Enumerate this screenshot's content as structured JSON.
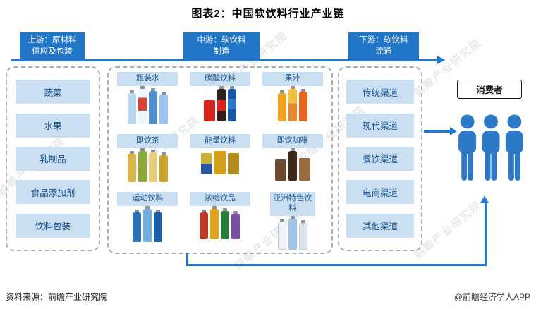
{
  "title": "图表2：中国软饮料行业产业链",
  "stages": [
    {
      "line1": "上游：原材料",
      "line2": "供应及包装"
    },
    {
      "line1": "中游：软饮料",
      "line2": "制造"
    },
    {
      "line1": "下游：软饮料",
      "line2": "流通"
    }
  ],
  "upstream_items": [
    "蔬菜",
    "水果",
    "乳制品",
    "食品添加剂",
    "饮料包装"
  ],
  "midstream_categories": [
    {
      "label": "瓶装水"
    },
    {
      "label": "碳酸饮料"
    },
    {
      "label": "果汁"
    },
    {
      "label": "即饮茶"
    },
    {
      "label": "能量饮料"
    },
    {
      "label": "即饮咖啡"
    },
    {
      "label": "运动饮料"
    },
    {
      "label": "浓缩饮品"
    },
    {
      "label": "亚洲特色饮料"
    }
  ],
  "downstream_items": [
    "传统渠道",
    "现代渠道",
    "餐饮渠道",
    "电商渠道",
    "其他渠道"
  ],
  "consumer_label": "消费者",
  "watermark_text": "前瞻产业研究院",
  "footer": {
    "source": "资料来源：前瞻产业研究院",
    "credit": "@前瞻经济学人APP"
  },
  "colors": {
    "stage_header": "#2176c7",
    "item_box": "#cbdff2",
    "item_text": "#14508c",
    "arrow": "#1f78d0",
    "person": "#2e79c7"
  }
}
